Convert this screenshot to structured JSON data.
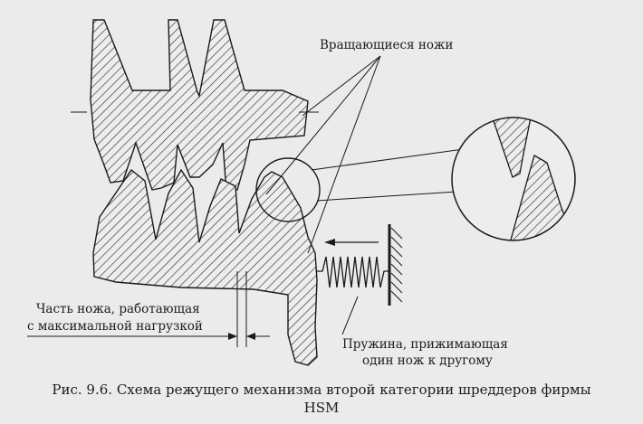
{
  "labels": {
    "rotating_knives": "Вращающиеся ножи",
    "knife_part_line1": "Часть ножа, работающая",
    "knife_part_line2": "с максимальной нагрузкой",
    "spring_line1": "Пружина, прижимающая",
    "spring_line2": "один нож к другому"
  },
  "caption": {
    "line1": "Рис. 9.6. Схема режущего механизма второй категории шреддеров фирмы",
    "line2": "HSM"
  }
}
